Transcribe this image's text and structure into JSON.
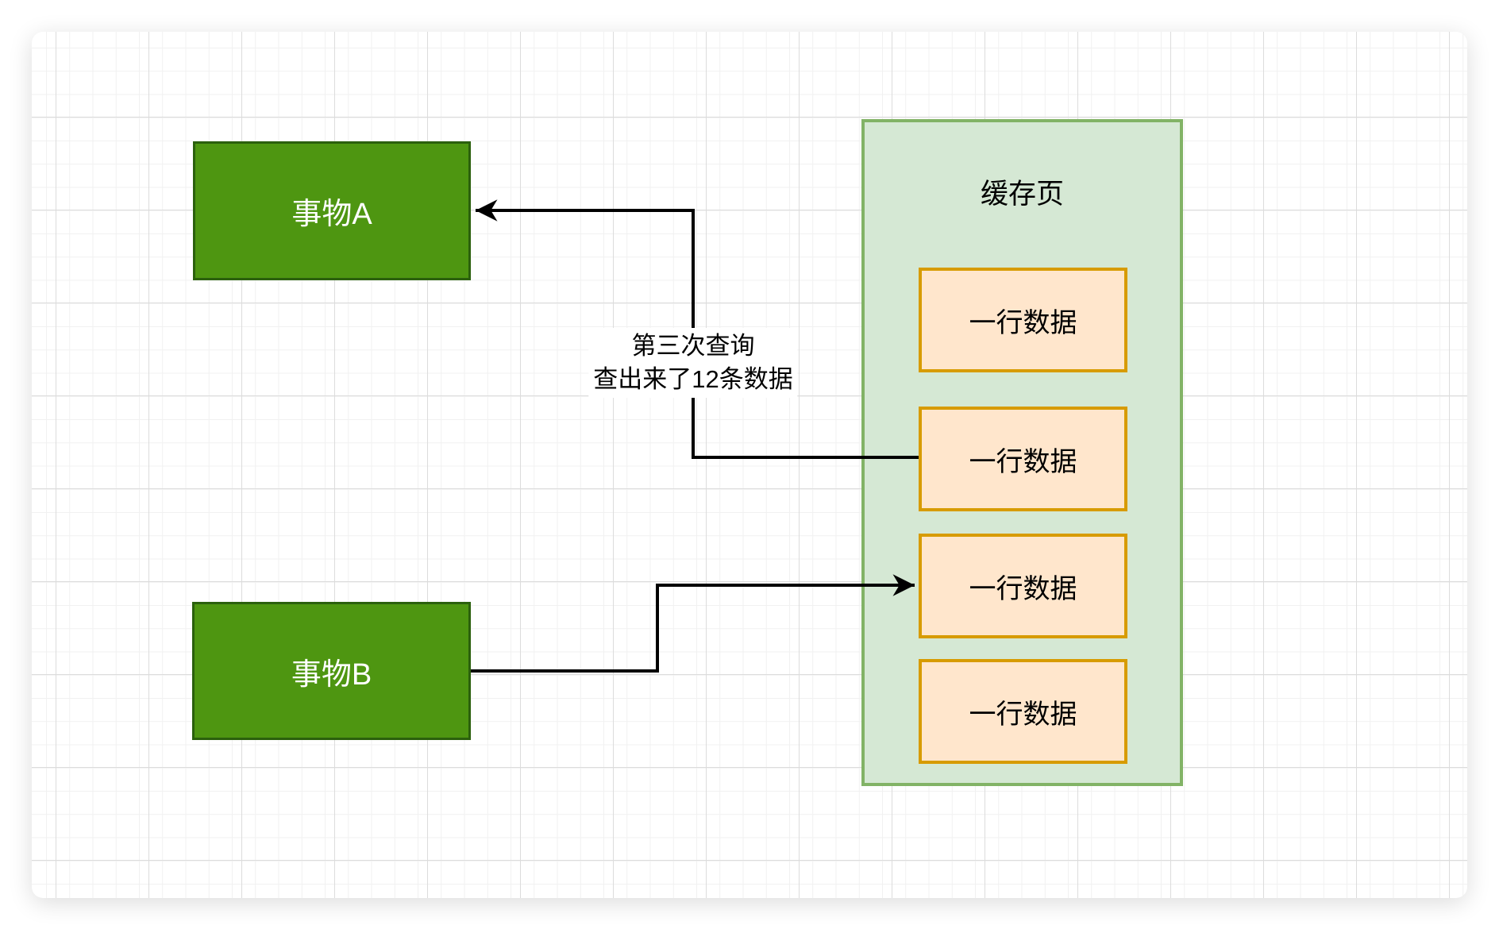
{
  "nodes": {
    "transaction_a": {
      "label": "事物A"
    },
    "transaction_b": {
      "label": "事物B"
    }
  },
  "cache_page": {
    "title": "缓存页",
    "rows": [
      {
        "label": "一行数据"
      },
      {
        "label": "一行数据"
      },
      {
        "label": "一行数据"
      },
      {
        "label": "一行数据"
      }
    ]
  },
  "edge_label": {
    "line1": "第三次查询",
    "line2": "查出来了12条数据"
  },
  "colors": {
    "transaction_fill": "#4E9611",
    "transaction_border": "#2B600D",
    "transaction_text": "#FFFFFF",
    "cache_container_fill": "#D5E8D4",
    "cache_container_border": "#82B366",
    "row_fill": "#FFE6CC",
    "row_border": "#D79B00",
    "edge_color": "#000000",
    "label_text": "#000000"
  }
}
